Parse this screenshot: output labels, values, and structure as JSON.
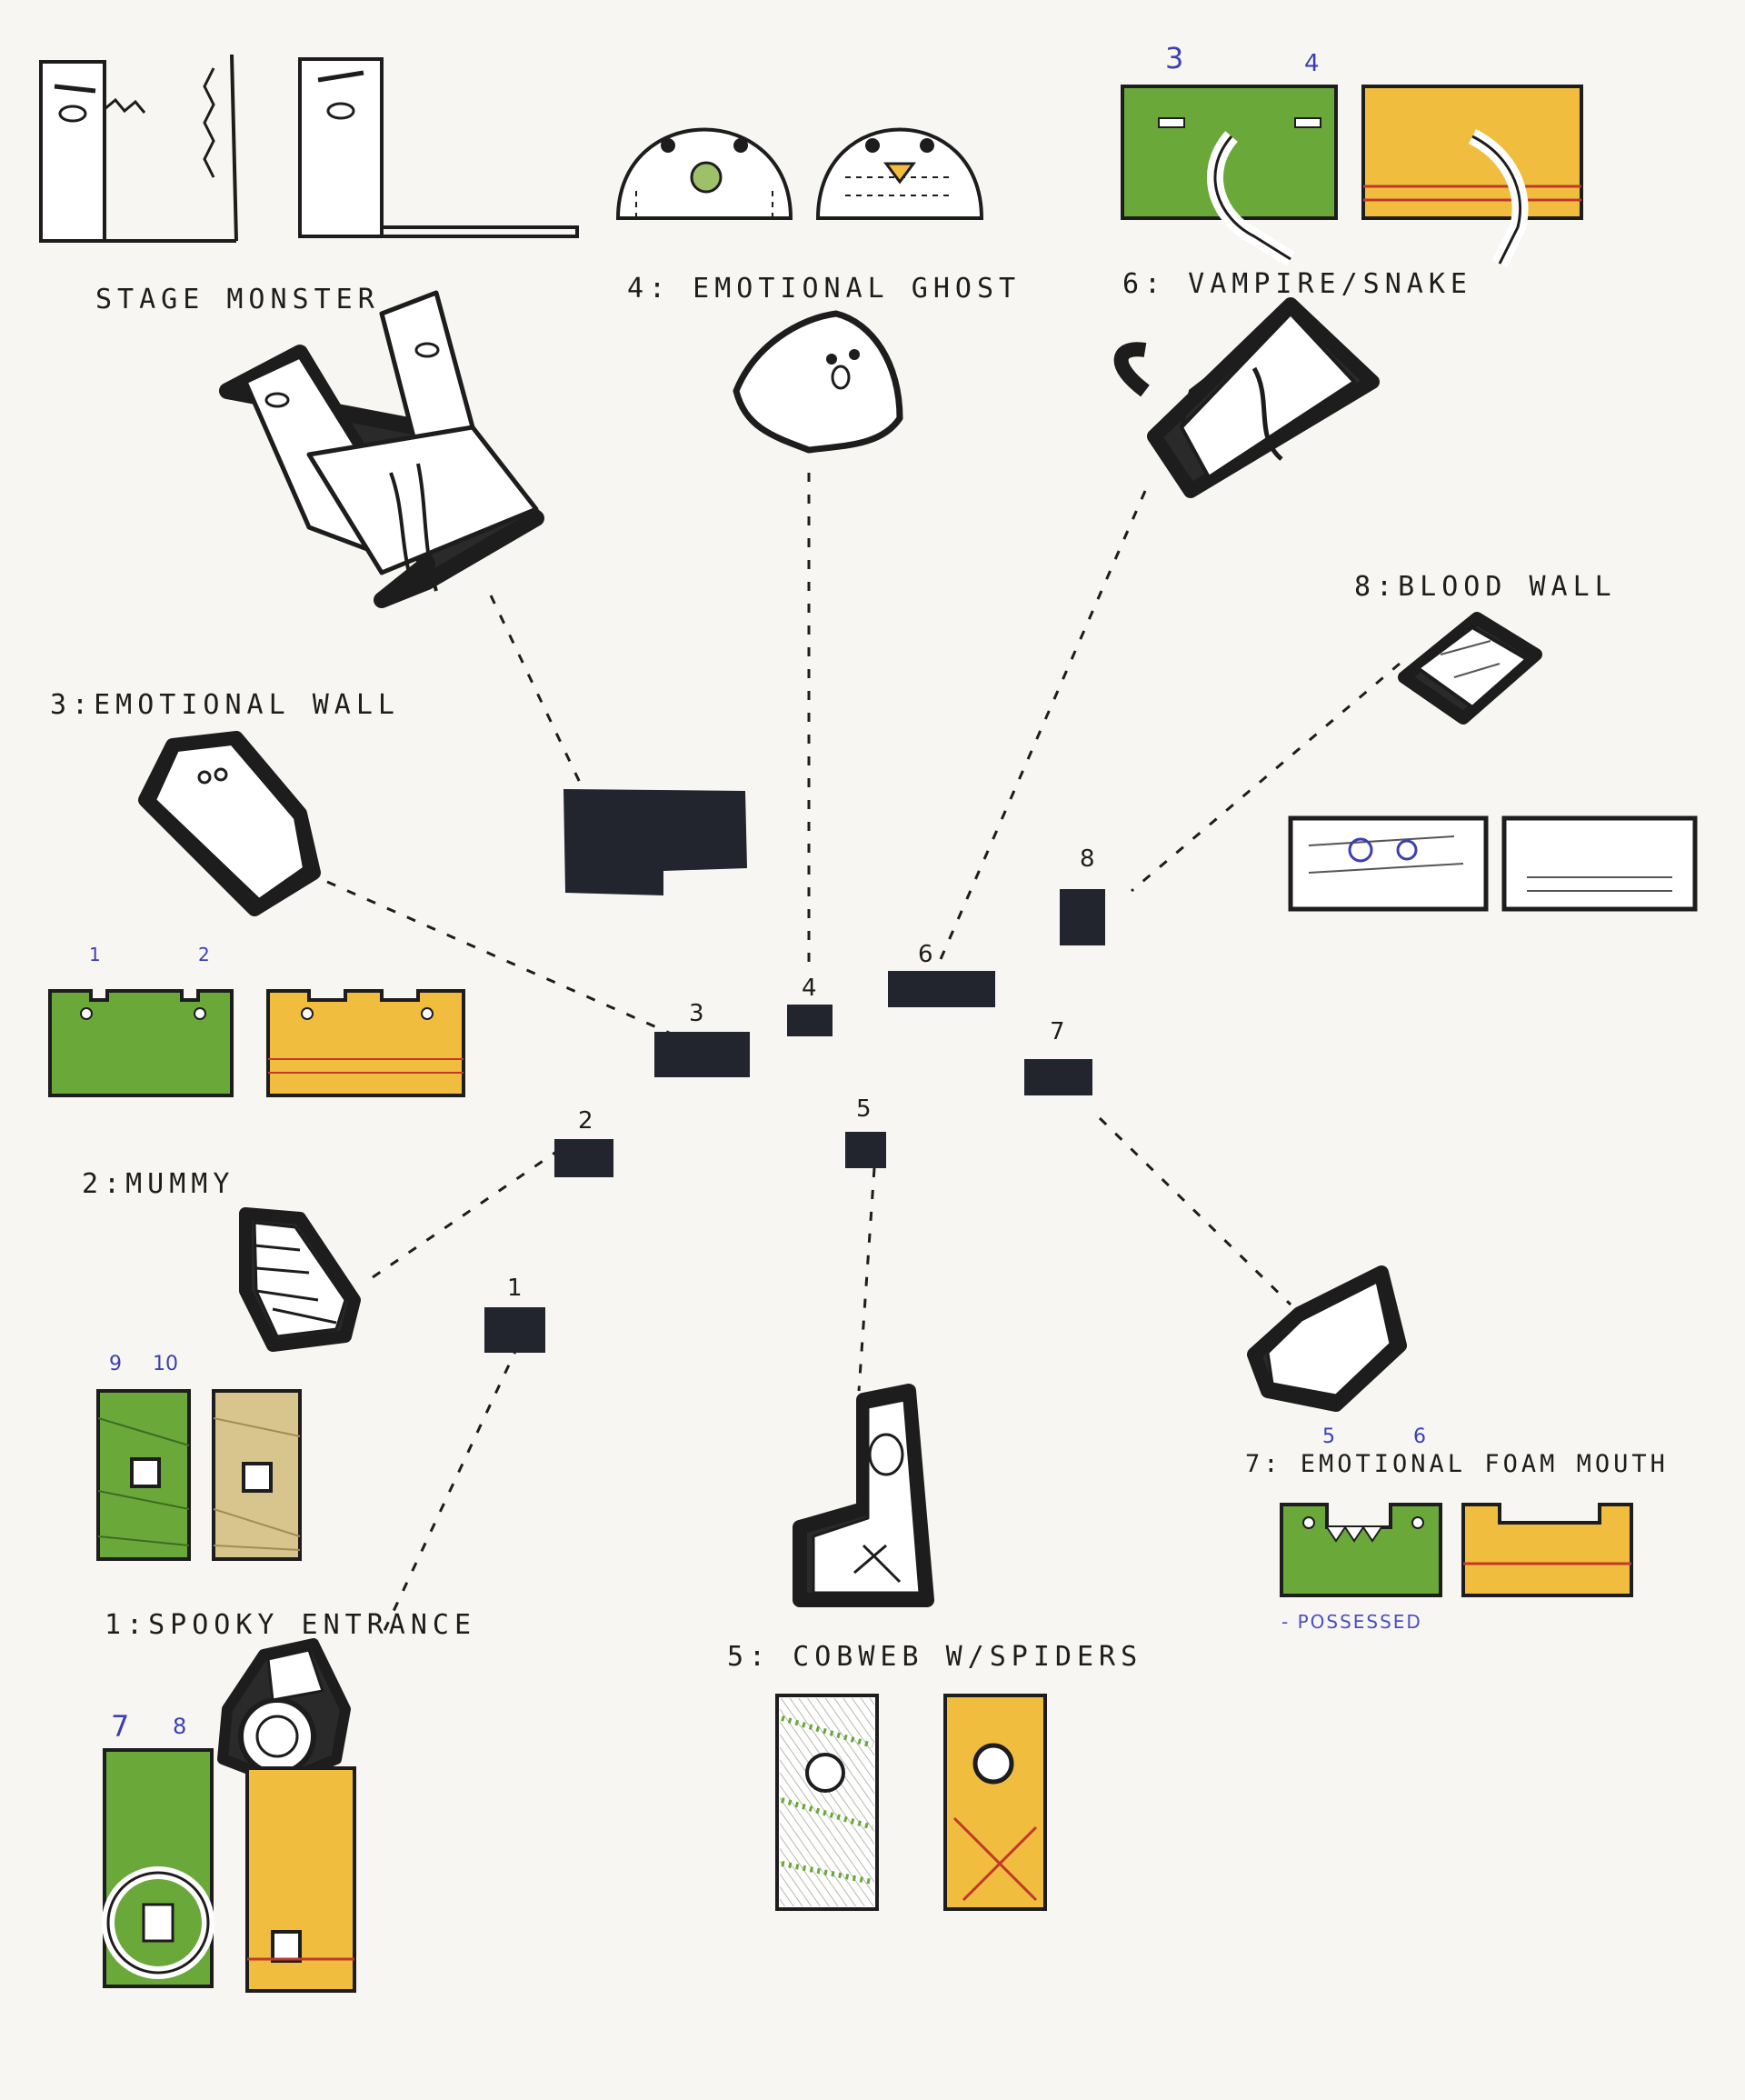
{
  "labels": {
    "stage_monster": "STAGE MONSTER",
    "ghost": "4: EMOTIONAL GHOST",
    "vampire": "6: VAMPIRE/SNAKE",
    "blood_wall": "8:BLOOD WALL",
    "emotional_wall": "3:EMOTIONAL WALL",
    "mummy": "2:MUMMY",
    "spooky_entrance": "1:SPOOKY ENTRANCE",
    "cobweb": "5: COBWEB W/SPIDERS",
    "foam_mouth": "7: EMOTIONAL FOAM MOUTH",
    "possessed": "- POSSESSED"
  },
  "plan_numbers": [
    "1",
    "2",
    "3",
    "4",
    "5",
    "6",
    "7",
    "8"
  ],
  "swatch_numbers": {
    "vampire_a": "3",
    "vampire_b": "4",
    "wall_a": "1",
    "wall_b": "2",
    "mummy_a": "9",
    "mummy_b": "10",
    "foam_a": "5",
    "foam_b": "6",
    "entrance_a": "7",
    "entrance_b": "8"
  },
  "colors": {
    "ink": "#1d1d1d",
    "block": "#22252e",
    "green": "#6aa83a",
    "yellow": "#f0bd3e",
    "tan": "#d8c58e",
    "blue_ink": "#3b3fb0"
  }
}
